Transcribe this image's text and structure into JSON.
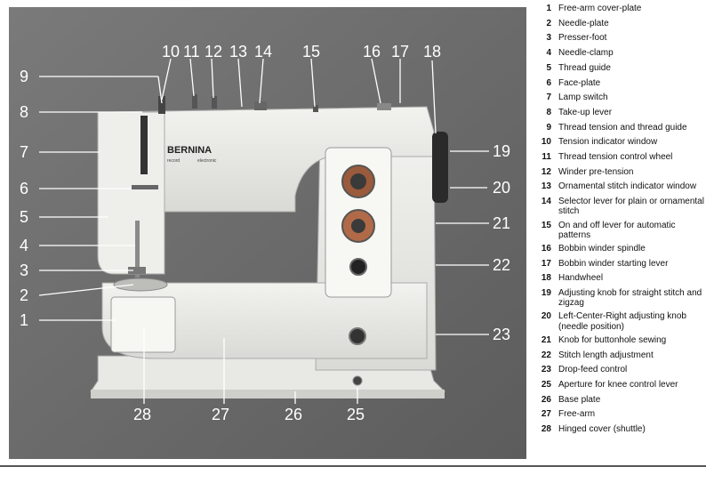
{
  "diagram": {
    "brand": "BERNINA",
    "brand_sub_left": "record",
    "brand_sub_right": "electronic",
    "callouts": [
      "1",
      "2",
      "3",
      "4",
      "5",
      "6",
      "7",
      "8",
      "9",
      "10",
      "11",
      "12",
      "13",
      "14",
      "15",
      "16",
      "17",
      "18",
      "19",
      "20",
      "21",
      "22",
      "23",
      "25",
      "26",
      "27",
      "28"
    ]
  },
  "legend": [
    {
      "num": "1",
      "text": "Free-arm cover-plate"
    },
    {
      "num": "2",
      "text": "Needle-plate"
    },
    {
      "num": "3",
      "text": "Presser-foot"
    },
    {
      "num": "4",
      "text": "Needle-clamp"
    },
    {
      "num": "5",
      "text": "Thread guide"
    },
    {
      "num": "6",
      "text": "Face-plate"
    },
    {
      "num": "7",
      "text": "Lamp switch"
    },
    {
      "num": "8",
      "text": "Take-up lever"
    },
    {
      "num": "9",
      "text": "Thread tension and thread guide"
    },
    {
      "num": "10",
      "text": "Tension indicator window"
    },
    {
      "num": "11",
      "text": "Thread tension control wheel"
    },
    {
      "num": "12",
      "text": "Winder pre-tension"
    },
    {
      "num": "13",
      "text": "Ornamental stitch indicator window"
    },
    {
      "num": "14",
      "text": "Selector lever for plain or ornamental stitch"
    },
    {
      "num": "15",
      "text": "On and off lever for automatic patterns"
    },
    {
      "num": "16",
      "text": "Bobbin winder spindle"
    },
    {
      "num": "17",
      "text": "Bobbin winder starting lever"
    },
    {
      "num": "18",
      "text": "Handwheel"
    },
    {
      "num": "19",
      "text": "Adjusting knob for straight stitch and zigzag"
    },
    {
      "num": "20",
      "text": "Left-Center-Right adjusting knob (needle position)"
    },
    {
      "num": "21",
      "text": "Knob for buttonhole sewing"
    },
    {
      "num": "22",
      "text": "Stitch length adjustment"
    },
    {
      "num": "23",
      "text": "Drop-feed control"
    },
    {
      "num": "25",
      "text": "Aperture for knee control lever"
    },
    {
      "num": "26",
      "text": "Base plate"
    },
    {
      "num": "27",
      "text": "Free-arm"
    },
    {
      "num": "28",
      "text": "Hinged cover (shuttle)"
    }
  ]
}
